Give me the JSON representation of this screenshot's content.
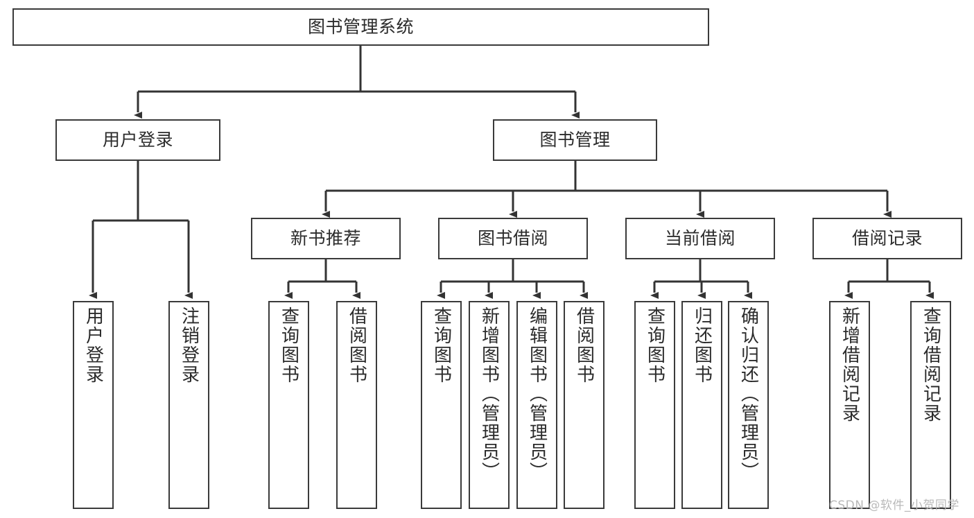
{
  "diagram": {
    "title": "图书管理系统",
    "type": "hierarchy-tree",
    "watermark": "CSDN @软件_小贺同学",
    "colors": {
      "box_border": "#3a3a3a",
      "box_fill": "#ffffff",
      "connector": "#333333",
      "text": "#2b2b2b",
      "watermark": "#b9b9b9"
    },
    "levels": [
      {
        "level": 1,
        "nodes": [
          {
            "id": "root",
            "label": "图书管理系统"
          }
        ]
      },
      {
        "level": 2,
        "nodes": [
          {
            "id": "login",
            "label": "用户登录",
            "parent": "root"
          },
          {
            "id": "bookmgmt",
            "label": "图书管理",
            "parent": "root"
          }
        ]
      },
      {
        "level": 3,
        "nodes": [
          {
            "id": "newbook",
            "label": "新书推荐",
            "parent": "bookmgmt"
          },
          {
            "id": "borrow",
            "label": "图书借阅",
            "parent": "bookmgmt"
          },
          {
            "id": "current",
            "label": "当前借阅",
            "parent": "bookmgmt"
          },
          {
            "id": "records",
            "label": "借阅记录",
            "parent": "bookmgmt"
          }
        ]
      },
      {
        "level": 4,
        "nodes": [
          {
            "id": "leaf1",
            "label": "用户登录",
            "parent": "login"
          },
          {
            "id": "leaf2",
            "label": "注销登录",
            "parent": "login"
          },
          {
            "id": "leaf3",
            "label": "查询图书",
            "parent": "newbook"
          },
          {
            "id": "leaf4",
            "label": "借阅图书",
            "parent": "newbook"
          },
          {
            "id": "leaf5",
            "label": "查询图书",
            "parent": "borrow"
          },
          {
            "id": "leaf6",
            "label": "新增图书（管理员）",
            "parent": "borrow"
          },
          {
            "id": "leaf7",
            "label": "编辑图书（管理员）",
            "parent": "borrow"
          },
          {
            "id": "leaf8",
            "label": "借阅图书",
            "parent": "borrow"
          },
          {
            "id": "leaf9",
            "label": "查询图书",
            "parent": "current"
          },
          {
            "id": "leaf10",
            "label": "归还图书",
            "parent": "current"
          },
          {
            "id": "leaf11",
            "label": "确认归还（管理员）",
            "parent": "current"
          },
          {
            "id": "leaf12",
            "label": "新增借阅记录",
            "parent": "records"
          },
          {
            "id": "leaf13",
            "label": "查询借阅记录",
            "parent": "records"
          }
        ]
      }
    ]
  }
}
